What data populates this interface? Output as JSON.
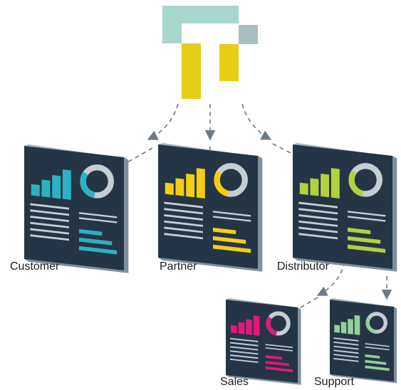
{
  "labels": {
    "customer": "Customer",
    "partner": "Partner",
    "distributor": "Distributor",
    "sales": "Sales",
    "support": "Support"
  },
  "colors": {
    "logo_teal": "#a8d5cc",
    "logo_gray": "#a9bdc3",
    "logo_yellow": "#e6cd16",
    "screen_bg": "#253546",
    "screen_side": "#7f909b",
    "screen_frame": "#a6b5bd",
    "customer": "#2bb3c4",
    "partner": "#f2cf14",
    "distributor": "#b2d040",
    "sales": "#e5187a",
    "support": "#92d09c",
    "arrow": "#6b7a86",
    "text_lines": "#c6ced4"
  }
}
